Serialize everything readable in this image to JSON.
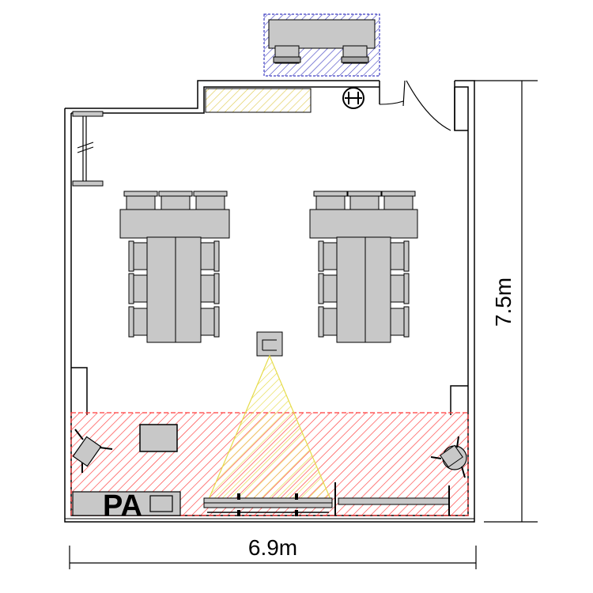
{
  "floorplan": {
    "width_label": "6.9m",
    "height_label": "7.5m",
    "pa_label": "PA"
  },
  "colors": {
    "wall": "#000000",
    "furniture": "#c8c8c8",
    "stage_hatch": "#ff3333",
    "light_hatch": "#e8e84a",
    "storage_hatch": "#e8d060",
    "outside_hatch": "#3333cc"
  },
  "icons": [
    "speaker-icon",
    "door-icon",
    "projector-icon",
    "window-icon"
  ]
}
